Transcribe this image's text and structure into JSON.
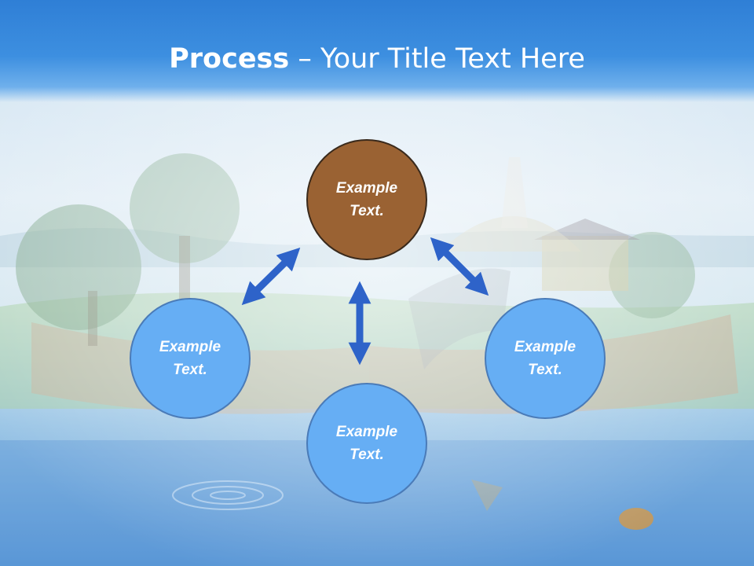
{
  "slide": {
    "title_bold": "Process",
    "title_rest": " – Your Title Text Here"
  },
  "nodes": {
    "top": "Example\nText.",
    "left": "Example\nText.",
    "right": "Example\nText.",
    "bottom": "Example\nText."
  },
  "colors": {
    "title_bar": "#2f7fd6",
    "node_blue": "#66aef4",
    "node_brown": "#9a6233",
    "arrow": "#2e63c9"
  }
}
